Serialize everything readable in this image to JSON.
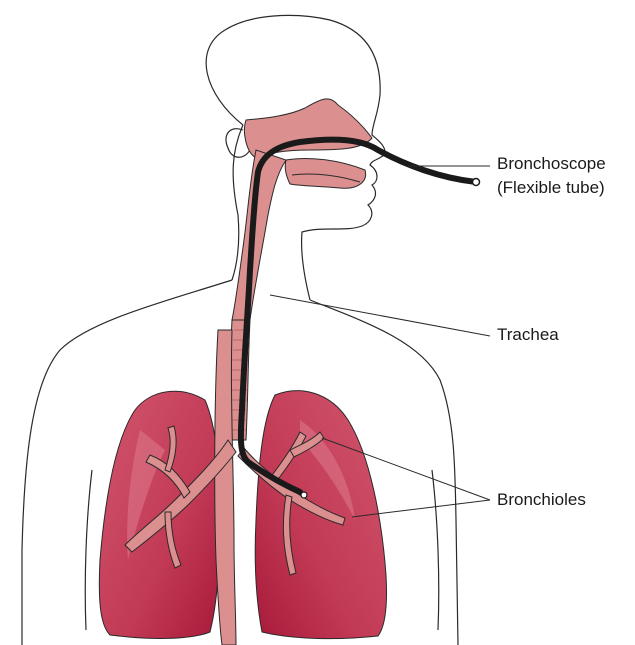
{
  "labels": {
    "bronchoscope": "Bronchoscope",
    "bronchoscope_sub": "(Flexible tube)",
    "trachea": "Trachea",
    "bronchioles": "Bronchioles"
  },
  "colors": {
    "tissue_light": "#dc8f8f",
    "tissue_mid": "#d77a7f",
    "lung_fill": "#c8475f",
    "lung_dark": "#a81a3a",
    "scope": "#1a1a1a",
    "outline": "#2a2a2a"
  }
}
